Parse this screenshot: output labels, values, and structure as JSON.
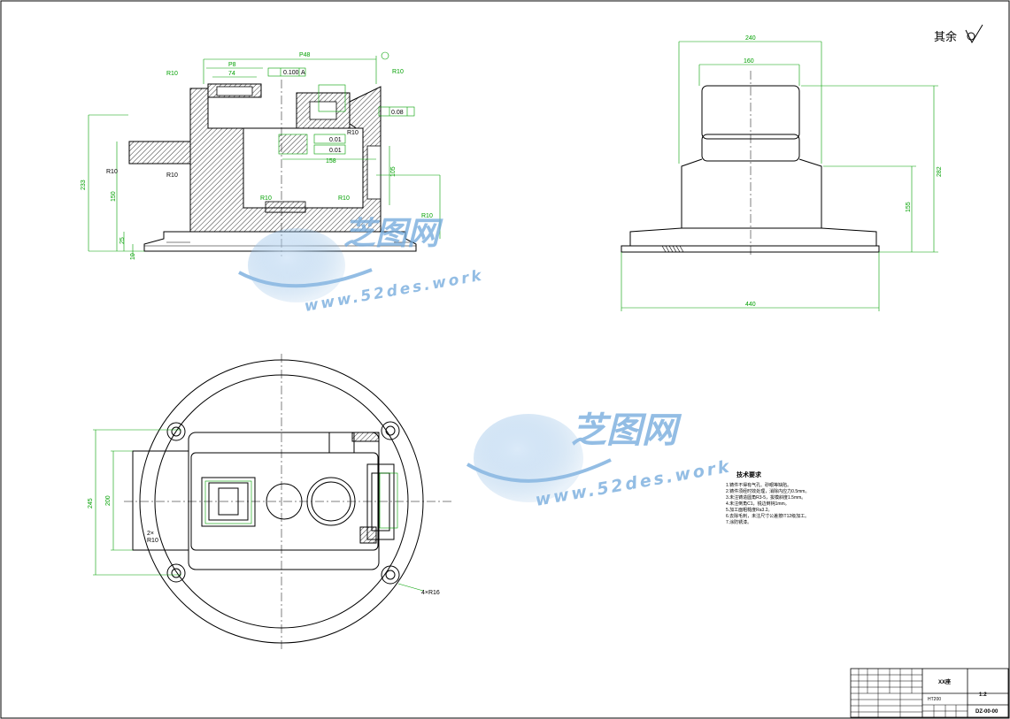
{
  "drawing": {
    "roughness_note": "其余",
    "front_view": {
      "dims": {
        "top_width": "P48",
        "sub_width_1": "P8",
        "sub_width_2": "74",
        "flatness": "0.100",
        "datum_a": "A",
        "right_r": "R10",
        "left_r": "R10",
        "total_height": "233",
        "height_2": "150",
        "height_3": "25",
        "height_4": "10",
        "r_left_1": "R10",
        "r_left_2": "R10",
        "r_mid_1": "R10",
        "r_mid_2": "R10",
        "r_bottom": "R10",
        "r_inner": "R10",
        "perp_tol": "0.08",
        "pos_tol_1": "0.01",
        "pos_tol_2": "0.01",
        "inner_width": "158",
        "side_h": "105"
      }
    },
    "side_view": {
      "dims": {
        "top_width": "240",
        "inner_width": "160",
        "total_height": "282",
        "mid_height": "155",
        "bottom_width": "440"
      }
    },
    "plan_view": {
      "dims": {
        "width_outer": "245",
        "width_inner": "200",
        "r_side": "R10",
        "r_side_2": "2×",
        "holes": "4×R16"
      }
    },
    "tech_requirements": {
      "title": "技术要求",
      "items": [
        "1.铸件不得有气孔、砂眼等缺陷。",
        "2.铸件须经时效处理，消除内应力0.5mm。",
        "3.未注铸造圆角R3-5，拔模斜度1.5mm。",
        "4.未注倒角C1，锐边倒钝1mm。",
        "5.加工面粗糙度Ra3.2。",
        "6.去除毛刺，未注尺寸公差按IT12级加工。",
        "7.涂防锈漆。"
      ]
    },
    "title_block": {
      "part_name": "XX座",
      "material": "HT200",
      "drawing_no": "DZ-00-00",
      "scale": "1:2"
    }
  },
  "watermark": {
    "brand": "芝图网",
    "url": "www.52des.work"
  },
  "colors": {
    "outline": "#000000",
    "dimension": "#00a000",
    "hatch": "#000000",
    "watermark": "#6fa8dc"
  }
}
